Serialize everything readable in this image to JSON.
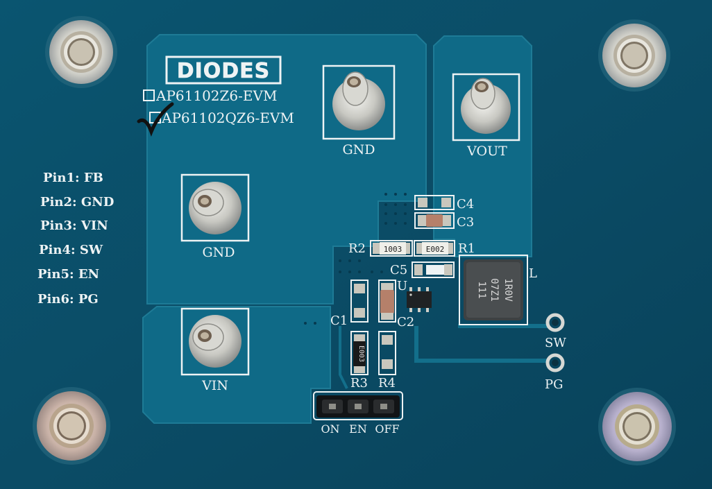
{
  "board": {
    "brand": "DIODES",
    "variant_1": "AP61102Z6-EVM",
    "variant_2": "AP61102QZ6-EVM",
    "colors": {
      "substrate": "#0b4b63",
      "copper": "#0f6a87",
      "silkscreen": "#eef3f4"
    }
  },
  "pins": [
    {
      "label": "Pin1: FB"
    },
    {
      "label": "Pin2: GND"
    },
    {
      "label": "Pin3: VIN"
    },
    {
      "label": "Pin4: SW"
    },
    {
      "label": "Pin5: EN"
    },
    {
      "label": "Pin6: PG"
    }
  ],
  "terminals": {
    "gnd_top": "GND",
    "vout": "VOUT",
    "gnd_left": "GND",
    "vin": "VIN"
  },
  "components": {
    "c4": "C4",
    "c3": "C3",
    "r2": "R2",
    "r1": "R1",
    "c5": "C5",
    "l": "L",
    "u": "U",
    "c1": "C1",
    "c2": "C2",
    "r3": "R3",
    "r4": "R4",
    "r2_marking": "1003",
    "r1_marking": "E002",
    "r3_marking": "E003",
    "inductor_marking_1": "1R0V",
    "inductor_marking_2": "07Z1",
    "inductor_marking_3": "111"
  },
  "test_points": {
    "sw": "SW",
    "pg": "PG"
  },
  "jumper": {
    "on": "ON",
    "en": "EN",
    "off": "OFF"
  }
}
